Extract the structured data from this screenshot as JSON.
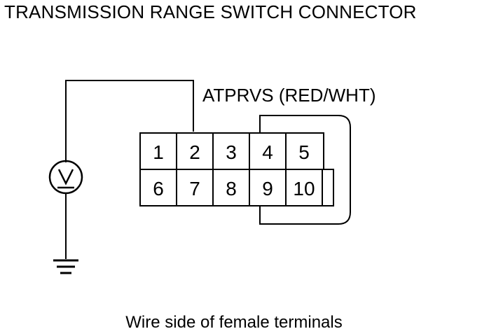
{
  "title": "TRANSMISSION RANGE SWITCH CONNECTOR",
  "wire_label": "ATPRVS (RED/WHT)",
  "caption": "Wire side of female terminals",
  "connector": {
    "row1": [
      "1",
      "2",
      "3",
      "4",
      "5"
    ],
    "row2": [
      "6",
      "7",
      "8",
      "9",
      "10"
    ]
  },
  "icons": [
    "voltmeter-icon",
    "ground-icon"
  ]
}
